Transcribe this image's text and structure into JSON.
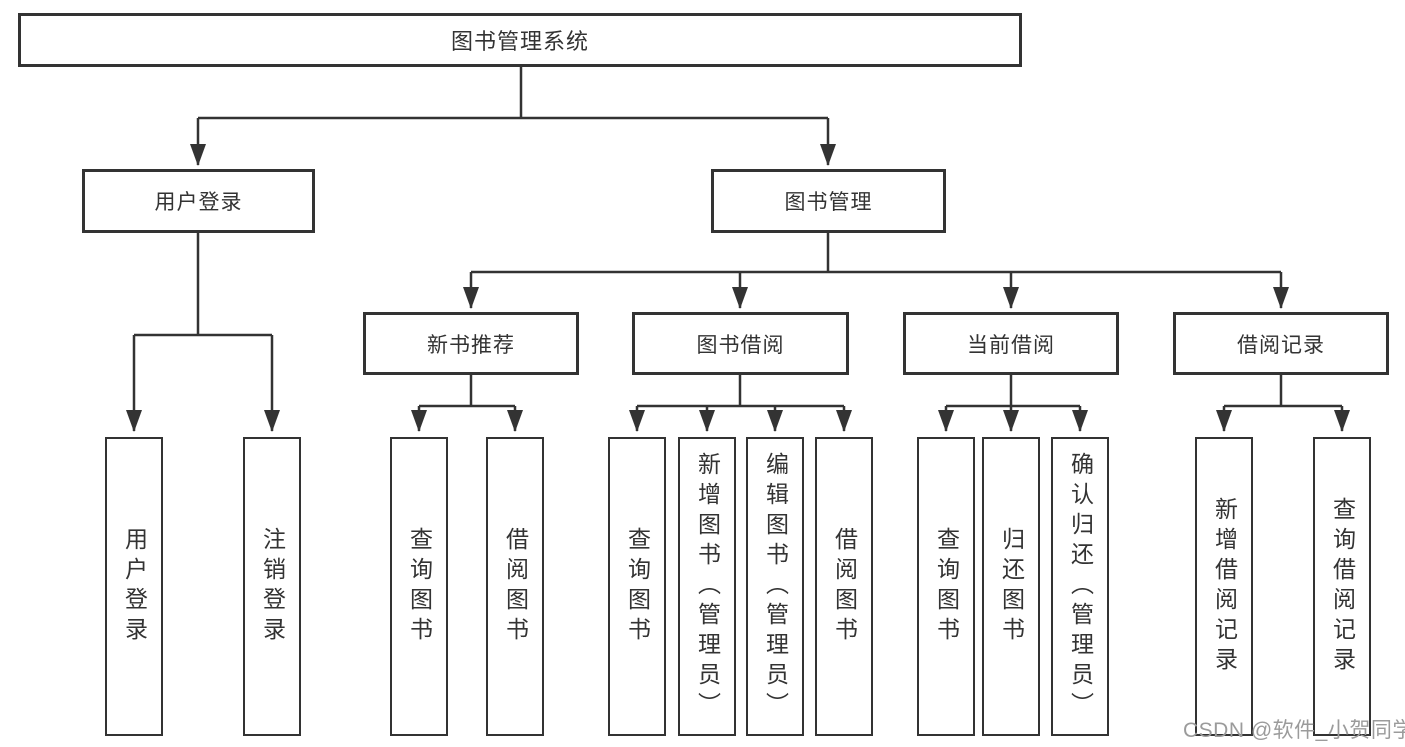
{
  "tree": {
    "root": "图书管理系统",
    "level2": [
      {
        "label": "用户登录",
        "children": [
          "用户登录",
          "注销登录"
        ]
      },
      {
        "label": "图书管理",
        "groups": [
          {
            "label": "新书推荐",
            "children": [
              "查询图书",
              "借阅图书"
            ]
          },
          {
            "label": "图书借阅",
            "children": [
              "查询图书",
              "新增图书（管理员）",
              "编辑图书（管理员）",
              "借阅图书"
            ]
          },
          {
            "label": "当前借阅",
            "children": [
              "查询图书",
              "归还图书",
              "确认归还（管理员）"
            ]
          },
          {
            "label": "借阅记录",
            "children": [
              "新增借阅记录",
              "查询借阅记录"
            ]
          }
        ]
      }
    ]
  },
  "watermark": {
    "text": "CSDN @软件_小贺同学"
  },
  "colors": {
    "line": "#333333",
    "text": "#333333",
    "box_background": "#ffffff",
    "watermark": "#9b9b9b"
  }
}
